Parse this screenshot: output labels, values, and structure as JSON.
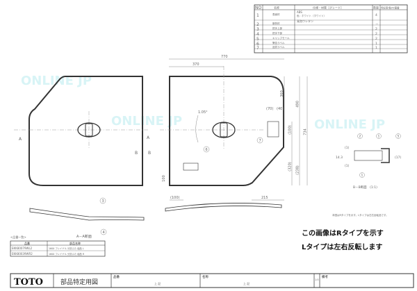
{
  "parts_table": {
    "headers": [
      "NO",
      "名称",
      "仕様・材質［グレード］",
      "数量",
      "特記事項/AF基番"
    ],
    "rows": [
      {
        "no": "1",
        "name": "表面材",
        "spec": "ABS",
        "spec2": "色：ホワイト（ホワイト）",
        "qty": "4"
      },
      {
        "no": "2",
        "name": "断熱材",
        "spec": "発泡ウレタン",
        "spec2": "",
        "qty": "－"
      },
      {
        "no": "3",
        "name": "把手上部",
        "spec": "",
        "spec2": "",
        "qty": "2"
      },
      {
        "no": "4",
        "name": "把手下部",
        "spec": "",
        "spec2": "",
        "qty": "2"
      },
      {
        "no": "5",
        "name": "キャップモール",
        "spec": "",
        "spec2": "",
        "qty": "2"
      },
      {
        "no": "6",
        "name": "警告ラベル",
        "spec": "",
        "spec2": "",
        "qty": "1"
      },
      {
        "no": "7",
        "name": "品質ラベル",
        "spec": "",
        "spec2": "",
        "qty": "1"
      }
    ]
  },
  "dimensions": {
    "width": "770",
    "half": "370",
    "d360": "360",
    "d70": "(70)",
    "d40": "(40)",
    "d100a": "(100)",
    "d490": "490",
    "d734": "734",
    "d320": "(320)",
    "d238": "(238)",
    "d215": "215",
    "d100b": "(100)",
    "d100c": "100",
    "angle": "1.05°"
  },
  "callouts": [
    "1",
    "2",
    "3",
    "4",
    "5",
    "6",
    "7"
  ],
  "section_marks": {
    "a": "A",
    "b": "B"
  },
  "section_aa_label": "A－A断面",
  "section_bb": {
    "label": "B－B断面　(1:1)",
    "d14_3": "14.3",
    "d1a": "(1)",
    "d1b": "(1)",
    "d17": "(17)"
  },
  "watermark": "ONLINE JP",
  "small_note": "本図はRタイプを示す。Lタイプは左右反転品です。",
  "model_list": {
    "caption": "<品番一覧>",
    "headers": [
      "品番",
      "部品名称"
    ],
    "rows": [
      [
        "EKK80079WL2",
        "1600 フレイドル 分割ふた 組品 L"
      ],
      [
        "EKK80039WR2",
        "1600 フレイドル 分割ふた 組品 R"
      ]
    ]
  },
  "notice": {
    "line1": "この画像はRタイプを示す",
    "line2": "Lタイプは左右反転します"
  },
  "title_block": {
    "logo": "TOTO",
    "title": "部品特定用図",
    "hinban_label": "品番",
    "hinban_value": "上 記",
    "name_label": "名称",
    "name_value": "上 記",
    "scale_label": "1:5",
    "remarks_label": "備考"
  }
}
